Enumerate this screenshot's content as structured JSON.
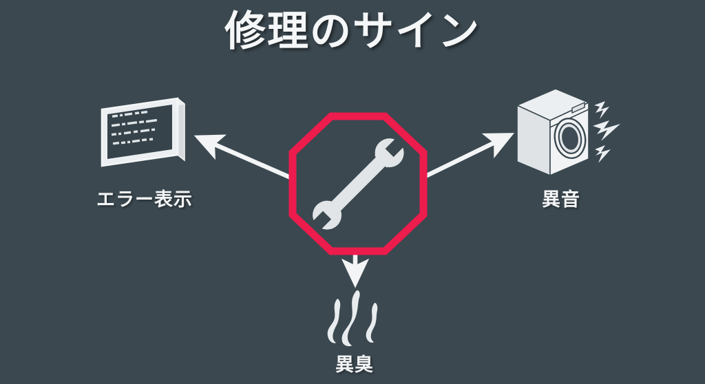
{
  "slide": {
    "title": "修理のサイン",
    "background_color": "#3b4850",
    "accent_color": "#ec1c4c",
    "art_color": "#e9ecee",
    "text_color": "#f4f6f7"
  },
  "center": {
    "icon_name": "wrench-icon",
    "shape": "octagon-outline",
    "shape_color": "#ec1c4c",
    "wrench_color": "#e2e5e7"
  },
  "arrows": [
    {
      "name": "arrow-to-error-display",
      "direction": "up-left",
      "color": "#f2f4f5"
    },
    {
      "name": "arrow-to-noise",
      "direction": "up-right",
      "color": "#f2f4f5"
    },
    {
      "name": "arrow-to-odor",
      "direction": "down",
      "color": "#f2f4f5"
    }
  ],
  "nodes": [
    {
      "id": "error-display",
      "label": "エラー表示",
      "icon_name": "error-screen-icon",
      "icon_description": "isometric display panel showing garbled error text lines"
    },
    {
      "id": "abnormal-noise",
      "label": "異音",
      "icon_name": "washing-machine-icon",
      "icon_description": "isometric front-load washing machine with three lightning-bolt noise marks"
    },
    {
      "id": "abnormal-odor",
      "label": "異臭",
      "icon_name": "smoke-odor-icon",
      "icon_description": "three rising wavy smoke wisps"
    }
  ]
}
